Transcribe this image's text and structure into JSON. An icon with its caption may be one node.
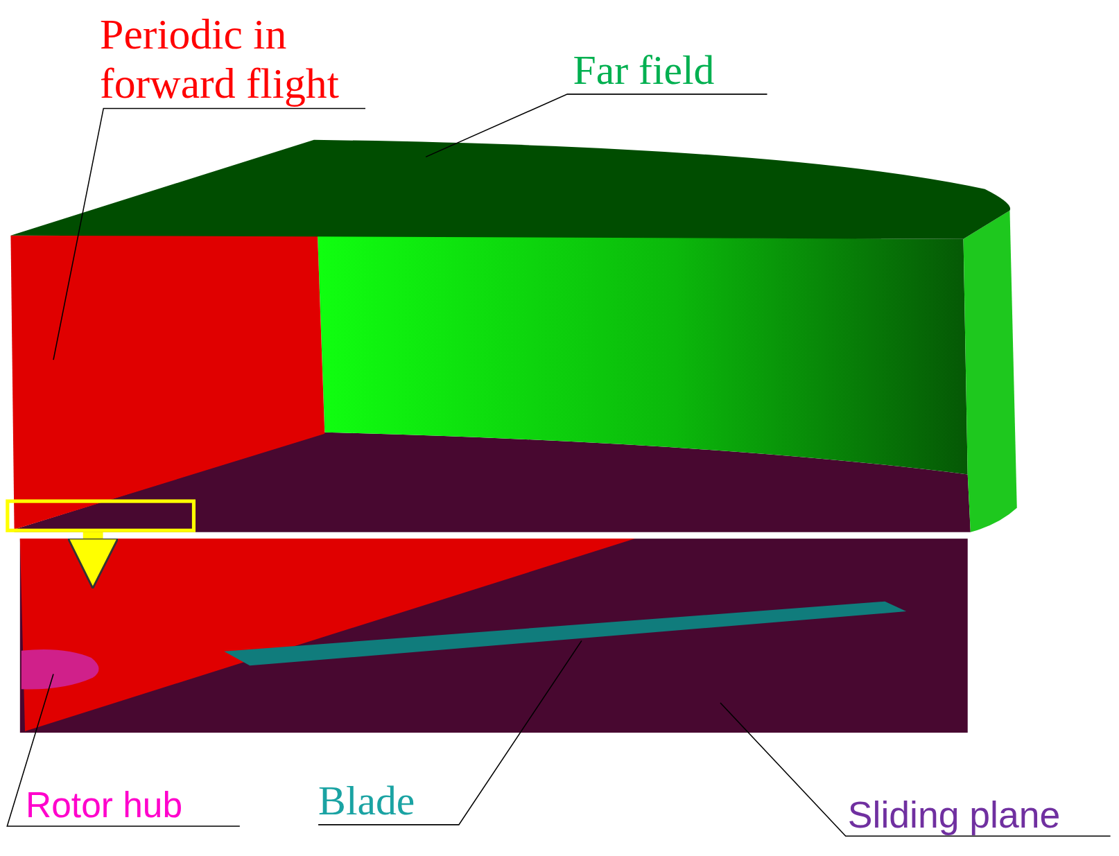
{
  "diagram": {
    "nodes": [
      {
        "text": [
          "Periodic in forward flight"
        ]
      },
      {
        "text": [
          "Far field"
        ]
      },
      {
        "text": [],
        "shape": "box"
      },
      {
        "text": [],
        "shape": "box"
      },
      {
        "text": [],
        "shape": "box"
      },
      {
        "text": [],
        "shape": "box"
      },
      {
        "text": [],
        "shape": "ellipse",
        "in": 5
      },
      {
        "text": [],
        "shape": "bar",
        "in": 5
      },
      {
        "text": [
          "Rotor hub"
        ]
      },
      {
        "text": [
          "Blade"
        ]
      },
      {
        "text": [
          "Sliding plane"
        ]
      }
    ],
    "edges": [
      {
        "from": 0,
        "to": 2,
        "arrow": "none"
      },
      {
        "from": 1,
        "to": 3,
        "arrow": "none"
      },
      {
        "from": 4,
        "to": 5,
        "arrow": "to",
        "style": "thick",
        "color": "#ffff00"
      },
      {
        "from": 8,
        "to": 6,
        "arrow": "none"
      },
      {
        "from": 9,
        "to": 7,
        "arrow": "none"
      },
      {
        "from": 10,
        "to": 5,
        "arrow": "none"
      }
    ]
  }
}
